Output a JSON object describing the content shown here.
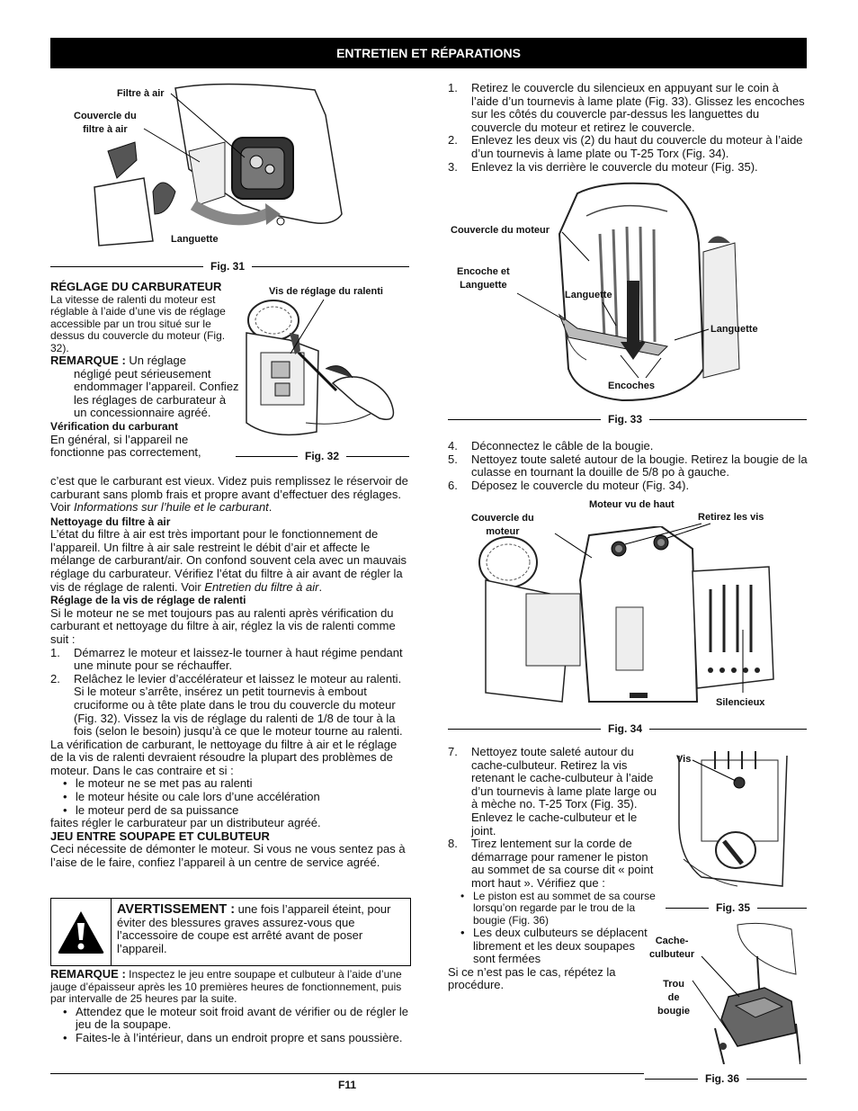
{
  "header": {
    "title": "ENTRETIEN ET RÉPARATIONS"
  },
  "fig31": {
    "label_filter": "Filtre à air",
    "label_cover": "Couvercle du\nfiltre à air",
    "label_tab": "Languette",
    "caption": "Fig. 31"
  },
  "fig32": {
    "label_screw": "Vis de réglage du ralenti",
    "caption": "Fig. 32"
  },
  "fig33": {
    "label_engine_cover": "Couvercle du moteur",
    "label_notch_tab": "Encoche et\nLanguette",
    "label_tab_left": "Languette",
    "label_tab_right": "Languette",
    "label_notches": "Encoches",
    "caption": "Fig. 33"
  },
  "fig34": {
    "label_top_view": "Moteur vu de haut",
    "label_remove_screws": "Retirez les vis",
    "label_engine_cover": "Couvercle du\nmoteur",
    "label_muffler": "Silencieux",
    "caption": "Fig. 34"
  },
  "fig35": {
    "label_screw": "Vis",
    "caption": "Fig. 35"
  },
  "fig36": {
    "label_rocker": "Cache-\nculbuteur",
    "label_plug_hole": "Trou\nde\nbougie",
    "caption": "Fig. 36"
  },
  "left": {
    "carb_heading": "RÉGLAGE DU CARBURATEUR",
    "carb_text": "La vitesse de ralenti du moteur est réglable à l’aide d’une vis de réglage accessible par un trou situé sur le dessus du couvercle du moteur (Fig. 32).",
    "note_label": "REMARQUE :",
    "note_first": " Un réglage",
    "note_rest": "négligé peut sérieusement endommager l’appareil. Confiez les réglages de carburateur à un concessionnaire agréé.",
    "fuel_heading": "Vérification du carburant",
    "fuel_text_a": "En général, si l’appareil ne fonctionne pas correctement,",
    "fuel_text_b": "c’est que le carburant est vieux. Videz puis remplissez le réservoir de carburant sans plomb frais et propre avant d’effectuer des réglages. Voir ",
    "fuel_link": "Informations sur l’huile et le carburant",
    "fuel_end": ".",
    "filter_heading": "Nettoyage du filtre à air",
    "filter_text": "L’état du filtre à air est très important pour le fonctionnement de l’appareil. Un filtre à air sale restreint le débit d’air et affecte le mélange de carburant/air. On confond souvent cela avec un mauvais réglage du carburateur. Vérifiez l’état du filtre à air avant de régler la vis de réglage de ralenti. Voir ",
    "filter_link": "Entretien du filtre à air",
    "filter_end": ".",
    "idle_heading": "Réglage de la vis de réglage de ralenti",
    "idle_text": "Si le moteur ne se met toujours pas au ralenti après vérification du carburant et nettoyage du filtre à air, réglez la vis de ralenti comme suit :",
    "idle_steps": [
      {
        "n": "1.",
        "text": "Démarrez le moteur et laissez-le tourner à haut régime pendant une minute pour se réchauffer."
      },
      {
        "n": "2.",
        "text": "Relâchez le levier d’accélérateur et laissez le moteur au ralenti. Si le moteur s’arrête, insérez un petit tournevis à embout cruciforme ou à tête plate dans le trou du couvercle du moteur (Fig. 32). Vissez la vis de réglage du ralenti de 1/8 de tour à la fois (selon le besoin) jusqu’à ce que le moteur tourne au ralenti."
      }
    ],
    "check_text": "La vérification de carburant, le nettoyage du filtre à air et le réglage de la vis de ralenti devraient résoudre la plupart des problèmes de moteur. Dans le cas contraire et si :",
    "check_bullets": [
      "le moteur ne se met pas au ralenti",
      "le moteur hésite ou cale lors d’une accélération",
      "le moteur perd de sa puissance"
    ],
    "dealer_text": "faites régler le carburateur par un distributeur agréé.",
    "valve_heading": "JEU ENTRE SOUPAPE ET CULBUTEUR",
    "valve_text": "Ceci nécessite de démonter le moteur. Si vous ne vous sentez pas à l’aise de le faire, confiez l’appareil à un centre de service agréé.",
    "warning_label": "AVERTISSEMENT :",
    "warning_text": " une fois l’appareil éteint, pour éviter des blessures graves assurez-vous que l’accessoire de coupe est arrêté avant de poser l’appareil.",
    "note2_label": "REMARQUE :",
    "note2_text": " Inspectez le jeu entre soupape et culbuteur à l’aide d’une jauge d’épaisseur après les 10 premières heures de fonctionnement, puis par intervalle de 25 heures par la suite.",
    "note2_bullets": [
      "Attendez que le moteur soit froid avant de vérifier ou de régler le jeu de la soupape.",
      "Faites-le à l’intérieur, dans un endroit propre et sans poussière."
    ]
  },
  "right": {
    "steps_a": [
      {
        "n": "1.",
        "text": "Retirez le couvercle du silencieux en appuyant sur le coin à l’aide d’un tournevis à lame plate (Fig. 33). Glissez les encoches sur les côtés du couvercle par-dessus les languettes du couvercle du moteur et retirez le couvercle."
      },
      {
        "n": "2.",
        "text": "Enlevez les deux vis (2) du haut du couvercle du moteur à l’aide d’un tournevis à lame plate ou T-25 Torx (Fig. 34)."
      },
      {
        "n": "3.",
        "text": "Enlevez la vis derrière le couvercle du moteur (Fig. 35)."
      }
    ],
    "steps_b": [
      {
        "n": "4.",
        "text": "Déconnectez le câble de la bougie."
      },
      {
        "n": "5.",
        "text": "Nettoyez toute saleté autour de la bougie. Retirez la bougie de la culasse en tournant la douille de 5/8 po à gauche."
      },
      {
        "n": "6.",
        "text": "Déposez le couvercle du moteur (Fig. 34)."
      }
    ],
    "steps_c": [
      {
        "n": "7.",
        "text": "Nettoyez toute saleté autour du cache-culbuteur. Retirez la vis retenant le cache-culbuteur à l’aide d’un tournevis à lame plate large ou à mèche no. T-25 Torx (Fig. 35). Enlevez le cache-culbuteur et le joint."
      },
      {
        "n": "8.",
        "text": "Tirez lentement sur la corde de démarrage pour ramener le piston au sommet de sa course dit « point mort haut ».  Vérifiez que :"
      }
    ],
    "piston_bullets": [
      "Le piston est au sommet de sa course lorsqu’on regarde par le trou de la bougie (Fig. 36)",
      "Les deux culbuteurs se déplacent librement et les deux soupapes sont fermées"
    ],
    "repeat_text": "Si ce n’est pas le cas, répétez la procédure."
  },
  "footer": {
    "page": "F11"
  }
}
